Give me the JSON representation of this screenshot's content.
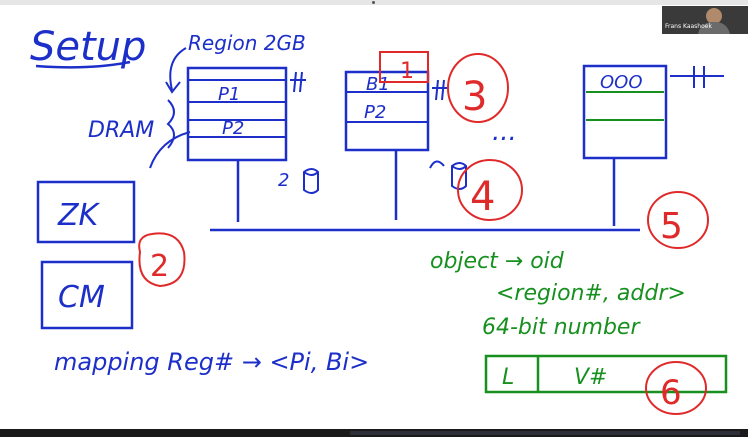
{
  "board": {
    "title": "Setup",
    "region_label": "Region 2GB",
    "dram_label": "DRAM",
    "p1": "P1",
    "p2_left": "P2",
    "b1": "B1",
    "p2_mid": "P2",
    "ooo": "OOO",
    "dots": "...",
    "small_2": "2",
    "zk": "ZK",
    "cm": "CM",
    "mapping": "mapping Reg# → <Pi, Bi>",
    "object_line": "object → oid",
    "region_addr": "<region#, addr>",
    "bits": "64-bit number",
    "bar_L": "L",
    "bar_V": "V#"
  },
  "annotations": {
    "n1": "1",
    "n2": "2",
    "n3": "3",
    "n4": "4",
    "n5": "5",
    "n6": "6"
  },
  "participant": {
    "name": "Frans Kaashoek"
  },
  "colors": {
    "ink_blue": "#1d2fc9",
    "ink_green": "#17901f",
    "ink_red": "#e02a2a",
    "background": "#ffffff"
  }
}
